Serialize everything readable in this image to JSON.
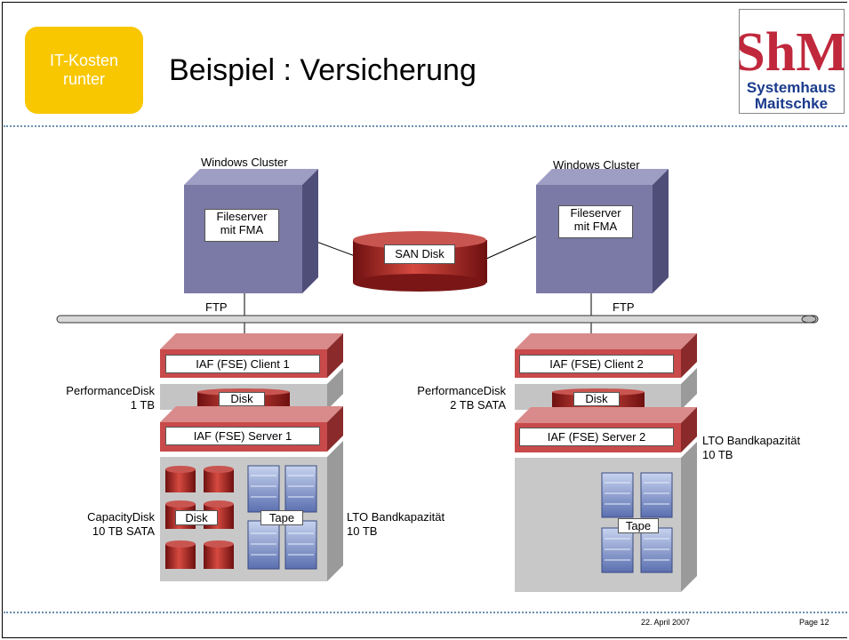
{
  "badge": {
    "line1": "IT-Kosten",
    "line2": "runter"
  },
  "title": "Beispiel : Versicherung",
  "logo": {
    "mark": "ShM",
    "line1": "Systemhaus",
    "line2": "Maitschke"
  },
  "diagram": {
    "cluster_left": {
      "label": "Windows Cluster",
      "box_line1": "Fileserver",
      "box_line2": "mit FMA"
    },
    "cluster_right": {
      "label": "Windows Cluster",
      "box_line1": "Fileserver",
      "box_line2": "mit FMA"
    },
    "san": "SAN Disk",
    "ftp_left": "FTP",
    "ftp_right": "FTP",
    "left_stack": {
      "client": "IAF (FSE) Client 1",
      "disk": "Disk",
      "perf_line1": "PerformanceDisk",
      "perf_line2": "1 TB",
      "server": "IAF (FSE) Server 1",
      "cap_disk": "Disk",
      "cap_line1": "CapacityDisk",
      "cap_line2": "10 TB SATA",
      "tape": "Tape",
      "lto_line1": "LTO Bandkapazität",
      "lto_line2": "10 TB"
    },
    "right_stack": {
      "client": "IAF (FSE) Client 2",
      "disk": "Disk",
      "perf_line1": "PerformanceDisk",
      "perf_line2": "2 TB SATA",
      "server": "IAF (FSE) Server 2",
      "tape": "Tape",
      "lto_line1": "LTO Bandkapazität",
      "lto_line2": "10 TB"
    }
  },
  "footer": {
    "date": "22. April 2007",
    "page": "Page 12"
  },
  "colors": {
    "badge": "#f8c700",
    "server_face": "#7b7aa6",
    "red": "#c83c3c",
    "logo_red": "#c0283c"
  }
}
